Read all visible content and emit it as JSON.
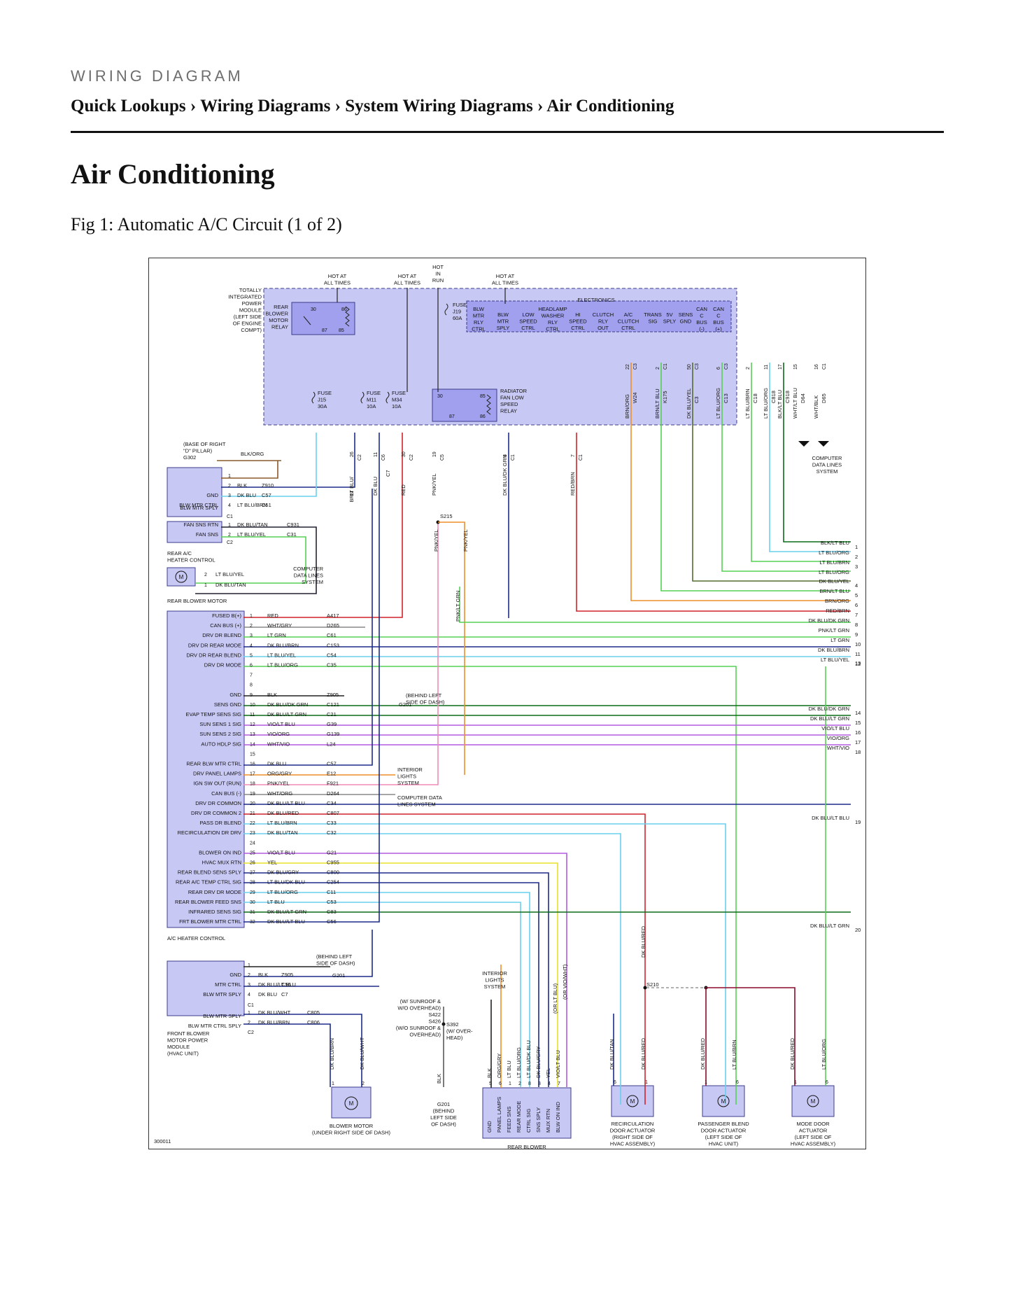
{
  "header": {
    "kicker": "WIRING DIAGRAM",
    "breadcrumb": [
      "Quick Lookups",
      "Wiring Diagrams",
      "System Wiring Diagrams",
      "Air Conditioning"
    ],
    "separator": "›"
  },
  "page_title": "Air Conditioning",
  "figure_caption": "Fig 1: Automatic A/C Circuit (1 of 2)",
  "diagram": {
    "figure_id": "300011",
    "power_labels": [
      "HOT AT|ALL TIMES",
      "HOT AT|ALL TIMES",
      "HOT|IN|RUN",
      "HOT AT|ALL TIMES"
    ],
    "tipm": {
      "label": "TOTALLY|INTEGRATED|POWER|MODULE|(LEFT SIDE|OF ENGINE|COMPT)",
      "relay_label": "REAR|BLOWER|MOTOR|RELAY",
      "relay_pins": [
        "30",
        "86",
        "87",
        "85"
      ],
      "fuse_j19": "FUSE|J19|60A",
      "electronics": "ELECTRONICS",
      "ecu_labels": [
        "BLW|MTR|RLY|CTRL",
        "BLW|MTR|SPLY",
        "LOW|SPEED|CTRL",
        "HEADLAMP|WASHER|RLY|CTRL",
        "HI|SPEED|CTRL",
        "CLUTCH|RLY|OUT",
        "A/C|CLUTCH|CTRL",
        "TRANS|SIG",
        "5V|SPLY",
        "SENS|GND",
        "CAN|C|BUS|(-)",
        "CAN|C|BUS|(+)"
      ],
      "fuses": [
        "FUSE|J15|30A",
        "FUSE|M11|10A",
        "FUSE|M34|10A"
      ],
      "fan_relay_label": "RADIATOR|FAN LOW|SPEED|RELAY",
      "fan_relay_pins": [
        "30",
        "85",
        "87",
        "86"
      ]
    },
    "top_pins": [
      {
        "pin": "22",
        "conn": "C3",
        "color_label": "BRN/ORG",
        "circuit": "W24"
      },
      {
        "pin": "2",
        "conn": "C1",
        "color_label": "BRN/LT BLU",
        "circuit": "K175"
      },
      {
        "pin": "50",
        "conn": "C3",
        "color_label": "DK BLU/YEL",
        "circuit": "C3"
      },
      {
        "pin": "6",
        "conn": "C3",
        "color_label": "LT BLU/ORG",
        "circuit": "C13"
      },
      {
        "pin": "2",
        "conn": "",
        "color_label": "LT BLU/BRN",
        "circuit": "C18"
      },
      {
        "pin": "11",
        "conn": "",
        "color_label": "LT BLU/ORG",
        "circuit": "C818"
      },
      {
        "pin": "17",
        "conn": "",
        "color_label": "BLK/LT BLU",
        "circuit": "C918"
      },
      {
        "pin": "15",
        "conn": "",
        "color_label": "WHT/LT BLU",
        "circuit": "D64"
      },
      {
        "pin": "16",
        "conn": "C1",
        "color_label": "WHT/BLK",
        "circuit": "D65"
      }
    ],
    "computer_data_lines": "COMPUTER|DATA LINES|SYSTEM",
    "ground_g302": "(BASE OF RIGHT|\"D\" PILLAR)|G302",
    "g302_wire": "BLK/ORG",
    "bottom_tipm_pins": [
      {
        "pin": "26",
        "conn": "C2",
        "wire": "LT BLU/|BRN"
      },
      {
        "pin": "11",
        "conn": "C6",
        "wire": "DK BLU"
      },
      {
        "pin": "30",
        "conn": "C2",
        "wire": "RED"
      },
      {
        "pin": "19",
        "conn": "C5",
        "wire": "PNK/YEL"
      },
      {
        "pin": "8",
        "conn": "C1",
        "wire": "DK BLU/DK GRN"
      },
      {
        "pin": "7",
        "conn": "C1",
        "wire": "RED/BRN"
      }
    ],
    "c7_label": "C7",
    "splice_s215": "S215",
    "pnk_yel_labels": [
      "PNK/YEL",
      "PNK/YEL",
      "PNK/LT GRN"
    ],
    "rear_ac": {
      "title": "REAR A/C|HEATER CONTROL",
      "pins": [
        {
          "n": "1",
          "label": "",
          "wire": "",
          "circuit": ""
        },
        {
          "n": "2",
          "label": "",
          "wire": "BLK",
          "circuit": "Z910"
        },
        {
          "n": "3",
          "label": "GND",
          "wire": "DK BLU",
          "circuit": "C57"
        },
        {
          "n": "4",
          "label": "BLW MTR CTRL",
          "wire": "LT BLU/BRN",
          "circuit": "C51"
        }
      ],
      "label_blw_mtr_sply": "BLW MTR SPLY",
      "conn_c1": "C1",
      "fan_pins": [
        {
          "n": "1",
          "label": "FAN SNS RTN",
          "wire": "DK BLU/TAN",
          "circuit": "C931"
        },
        {
          "n": "2",
          "label": "FAN SNS",
          "wire": "LT BLU/YEL",
          "circuit": "C31"
        }
      ],
      "conn_c2": "C2"
    },
    "rear_blower_motor": {
      "title": "REAR BLOWER MOTOR",
      "pins": [
        {
          "n": "2",
          "wire": "LT BLU/YEL"
        },
        {
          "n": "1",
          "wire": "DK BLU/TAN"
        }
      ]
    },
    "ac_heater_control": {
      "title": "A/C HEATER CONTROL",
      "pins": [
        {
          "n": "1",
          "label": "FUSED B(+)",
          "wire": "RED",
          "circuit": "A417"
        },
        {
          "n": "2",
          "label": "CAN BUS (+)",
          "wire": "WHT/GRY",
          "circuit": "D265"
        },
        {
          "n": "3",
          "label": "DRV DR BLEND",
          "wire": "LT GRN",
          "circuit": "C61"
        },
        {
          "n": "4",
          "label": "DRV DR REAR MODE",
          "wire": "DK BLU/BRN",
          "circuit": "C153"
        },
        {
          "n": "5",
          "label": "DRV DR REAR BLEND",
          "wire": "LT BLU/YEL",
          "circuit": "C54"
        },
        {
          "n": "6",
          "label": "DRV DR MODE",
          "wire": "LT BLU/ORG",
          "circuit": "C35"
        },
        {
          "n": "7",
          "label": "",
          "wire": "",
          "circuit": ""
        },
        {
          "n": "8",
          "label": "",
          "wire": "",
          "circuit": ""
        },
        {
          "n": "9",
          "label": "GND",
          "wire": "BLK",
          "circuit": "Z905"
        },
        {
          "n": "10",
          "label": "SENS GND",
          "wire": "DK BLU/DK GRN",
          "circuit": "C121"
        },
        {
          "n": "11",
          "label": "EVAP TEMP SENS SIG",
          "wire": "DK BLU/LT GRN",
          "circuit": "C21"
        },
        {
          "n": "12",
          "label": "SUN SENS 1 SIG",
          "wire": "VIO/LT BLU",
          "circuit": "G39"
        },
        {
          "n": "13",
          "label": "SUN SENS 2 SIG",
          "wire": "VIO/ORG",
          "circuit": "G139"
        },
        {
          "n": "14",
          "label": "AUTO HDLP SIG",
          "wire": "WHT/VIO",
          "circuit": "L24"
        },
        {
          "n": "15",
          "label": "",
          "wire": "",
          "circuit": ""
        },
        {
          "n": "16",
          "label": "REAR BLW MTR CTRL",
          "wire": "DK BLU",
          "circuit": "C57"
        },
        {
          "n": "17",
          "label": "DRV PANEL LAMPS",
          "wire": "ORG/GRY",
          "circuit": "E12"
        },
        {
          "n": "18",
          "label": "IGN SW OUT (RUN)",
          "wire": "PNK/YEL",
          "circuit": "F921"
        },
        {
          "n": "19",
          "label": "CAN BUS (-)",
          "wire": "WHT/ORG",
          "circuit": "D264"
        },
        {
          "n": "20",
          "label": "DRV DR COMMON",
          "wire": "DK BLU/LT BLU",
          "circuit": "C34"
        },
        {
          "n": "21",
          "label": "DRV DR COMMON 2",
          "wire": "DK BLU/RED",
          "circuit": "C807"
        },
        {
          "n": "22",
          "label": "PASS DR BLEND",
          "wire": "LT BLU/BRN",
          "circuit": "C33"
        },
        {
          "n": "23",
          "label": "RECIRCULATION DR DRV",
          "wire": "DK BLU/TAN",
          "circuit": "C32"
        },
        {
          "n": "24",
          "label": "",
          "wire": "",
          "circuit": ""
        },
        {
          "n": "25",
          "label": "BLOWER ON IND",
          "wire": "VIO/LT BLU",
          "circuit": "G21"
        },
        {
          "n": "26",
          "label": "HVAC MUX RTN",
          "wire": "YEL",
          "circuit": "C955"
        },
        {
          "n": "27",
          "label": "REAR BLEND SENS SPLY",
          "wire": "DK BLU/GRY",
          "circuit": "C800"
        },
        {
          "n": "28",
          "label": "REAR A/C TEMP CTRL SIG",
          "wire": "LT BLU/DK BLU",
          "circuit": "C254"
        },
        {
          "n": "29",
          "label": "REAR DRV DR MODE",
          "wire": "LT BLU/ORG",
          "circuit": "C11"
        },
        {
          "n": "30",
          "label": "REAR BLOWER FEED SNS",
          "wire": "LT BLU",
          "circuit": "C53"
        },
        {
          "n": "31",
          "label": "INFRARED SENS SIG",
          "wire": "DK BLU/LT GRN",
          "circuit": "C83"
        },
        {
          "n": "32",
          "label": "FRT BLOWER MTR CTRL",
          "wire": "DK BLU/LT BLU",
          "circuit": "C56"
        }
      ]
    },
    "g201_left": "G201",
    "g201_note": "(BEHIND LEFT|SIDE OF DASH)",
    "interior_lights": "INTERIOR|LIGHTS|SYSTEM",
    "computer_data_lines_2": "COMPUTER DATA|LINES SYSTEM",
    "computer_data_lines_3": "COMPUTER|DATA LINES|SYSTEM",
    "right_refs": [
      {
        "wire": "BLK/LT BLU",
        "ref": "1"
      },
      {
        "wire": "LT BLU/ORG",
        "ref": "2"
      },
      {
        "wire": "LT BLU/BRN",
        "ref": "3"
      },
      {
        "wire": "LT BLU/ORG",
        "ref": ""
      },
      {
        "wire": "DK BLU/YEL",
        "ref": "4"
      },
      {
        "wire": "BRN/LT BLU",
        "ref": "5"
      },
      {
        "wire": "BRN/ORG",
        "ref": "6"
      },
      {
        "wire": "RED/BRN",
        "ref": "7"
      },
      {
        "wire": "DK BLU/DK GRN",
        "ref": "8"
      },
      {
        "wire": "PNK/LT GRN",
        "ref": "9"
      },
      {
        "wire": "LT GRN",
        "ref": "10"
      },
      {
        "wire": "DK BLU/BRN",
        "ref": "11"
      },
      {
        "wire": "LT BLU/YEL",
        "ref": "12"
      },
      {
        "wire": "",
        "ref": "13"
      },
      {
        "wire": "DK BLU/DK GRN",
        "ref": "14"
      },
      {
        "wire": "DK BLU/LT GRN",
        "ref": "15"
      },
      {
        "wire": "VIO/LT BLU",
        "ref": "16"
      },
      {
        "wire": "VIO/ORG",
        "ref": "17"
      },
      {
        "wire": "WHT/VIO",
        "ref": "18"
      },
      {
        "wire": "DK BLU/LT BLU",
        "ref": "19"
      },
      {
        "wire": "DK BLU/LT GRN",
        "ref": "20"
      }
    ],
    "front_blower_module": {
      "title": "FRONT BLOWER|MOTOR POWER|MODULE|(HVAC UNIT)",
      "pins": [
        {
          "n": "1",
          "label": "",
          "wire": "",
          "circuit": ""
        },
        {
          "n": "2",
          "label": "GND",
          "wire": "BLK",
          "circuit": "Z905"
        },
        {
          "n": "3",
          "label": "MTR CTRL",
          "wire": "DK BLU/LT BLU",
          "circuit": "C56"
        },
        {
          "n": "4",
          "label": "BLW MTR SPLY",
          "wire": "DK BLU",
          "circuit": "C7"
        }
      ],
      "c1": "C1",
      "pins2": [
        {
          "n": "1",
          "label": "BLW MTR SPLY",
          "wire": "DK BLU/WHT",
          "circuit": "C805"
        },
        {
          "n": "2",
          "label": "BLW MTR CTRL SPLY",
          "wire": "DK BLU/BRN",
          "circuit": "C806"
        }
      ],
      "c2": "C2",
      "g201": "G201",
      "g201_note": "(BEHIND LEFT|SIDE OF DASH)"
    },
    "blower_motor": {
      "title": "BLOWER MOTOR|(UNDER RIGHT SIDE OF DASH)",
      "wires": [
        "DK BLU/BRN",
        "DK BLU/WHT"
      ],
      "pins": [
        "1",
        "2"
      ]
    },
    "splice_s392": "(W/ SUNROOF &|W/O OVERHEAD)|S422|S426|(W/O SUNROOF &|OVERHEAD)",
    "splice_s392_right": "S392|(W/ OVER-|HEAD)",
    "g201_bottom": "G201|(BEHIND|LEFT SIDE|OF DASH)",
    "blk_label": "BLK",
    "interior_lights_2": "INTERIOR|LIGHTS|SYSTEM",
    "rear_blower_switch": {
      "title": "REAR BLOWER|CONTROL SWITCH",
      "wires": [
        "BLK",
        "ORG/GRY",
        "LT BLU",
        "LT BLU/ORG",
        "LT BLU/DK BLU",
        "DK BLU/GRY",
        "YEL",
        "VIO/LT BLU"
      ],
      "wire_extra": [
        "(OR LT BLU)",
        "(OR VIO/WHT)"
      ],
      "pins": [
        "5",
        "6",
        "1",
        "2",
        "8",
        "3",
        "4",
        "7"
      ],
      "labels": [
        "GND",
        "PANEL LAMPS",
        "FEED SNS",
        "REAR MODE",
        "CTRL SIG",
        "SNS SPLY",
        "MUX RTN",
        "BLW ON IND"
      ]
    },
    "recirc_actuator": {
      "title": "RECIRCULATION|DOOR ACTUATOR|(RIGHT SIDE OF|HVAC ASSEMBLY)",
      "wires": [
        "DK BLU/TAN",
        "DK BLU/RED"
      ],
      "pins": [
        "6",
        "1"
      ]
    },
    "splice_s210": "S210",
    "dk_blu_red_up": "DK BLU/RED",
    "pass_blend_actuator": {
      "title": "PASSENGER BLEND|DOOR ACTUATOR|(LEFT SIDE OF|HVAC UNIT)",
      "wires": [
        "DK BLU/RED",
        "LT BLU/BRN"
      ],
      "pins": [
        "1",
        "6"
      ]
    },
    "mode_actuator": {
      "title": "MODE DOOR|ACTUATOR|(LEFT SIDE OF|HVAC ASSEMBLY)",
      "wires": [
        "DK BLU/RED",
        "LT BLU/ORG"
      ],
      "pins": [
        "1",
        "6"
      ]
    },
    "wire_colors": {
      "BLK": "#222222",
      "DK_BLU": "#1d2b8c",
      "LT_BLU": "#6ad0ee",
      "RED": "#d0242a",
      "BRN": "#8a5a2b",
      "ORG": "#ee8f2a",
      "LT_GRN": "#55d155",
      "DK_GRN": "#0d6b1a",
      "YEL": "#e8e02a",
      "VIO": "#b35be0",
      "PNK": "#f08ab5",
      "WHT": "#9a9a9a",
      "TAN": "#c9a86a",
      "box_fill": "#c8c8f5",
      "box_dark": "#a0a0ee",
      "box_stroke": "#3c3c8c"
    }
  }
}
